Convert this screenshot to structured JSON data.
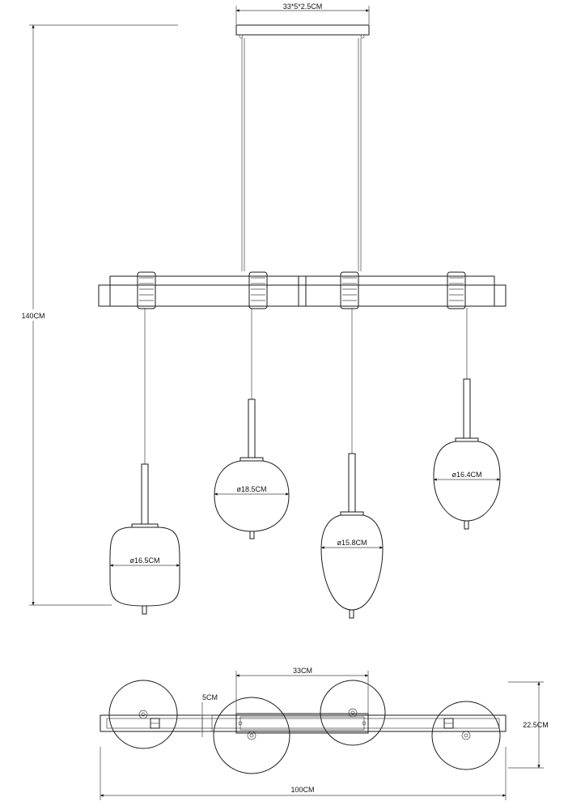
{
  "dimensions": {
    "canopy": "33*5*2.5CM",
    "height": "140CM",
    "shade_1": "ø16.5CM",
    "shade_2": "ø18.5CM",
    "shade_3": "ø15.8CM",
    "shade_4": "ø16.4CM",
    "top_spacing": "33CM",
    "bar_width": "5CM",
    "depth": "22.5CM",
    "length": "100CM"
  }
}
